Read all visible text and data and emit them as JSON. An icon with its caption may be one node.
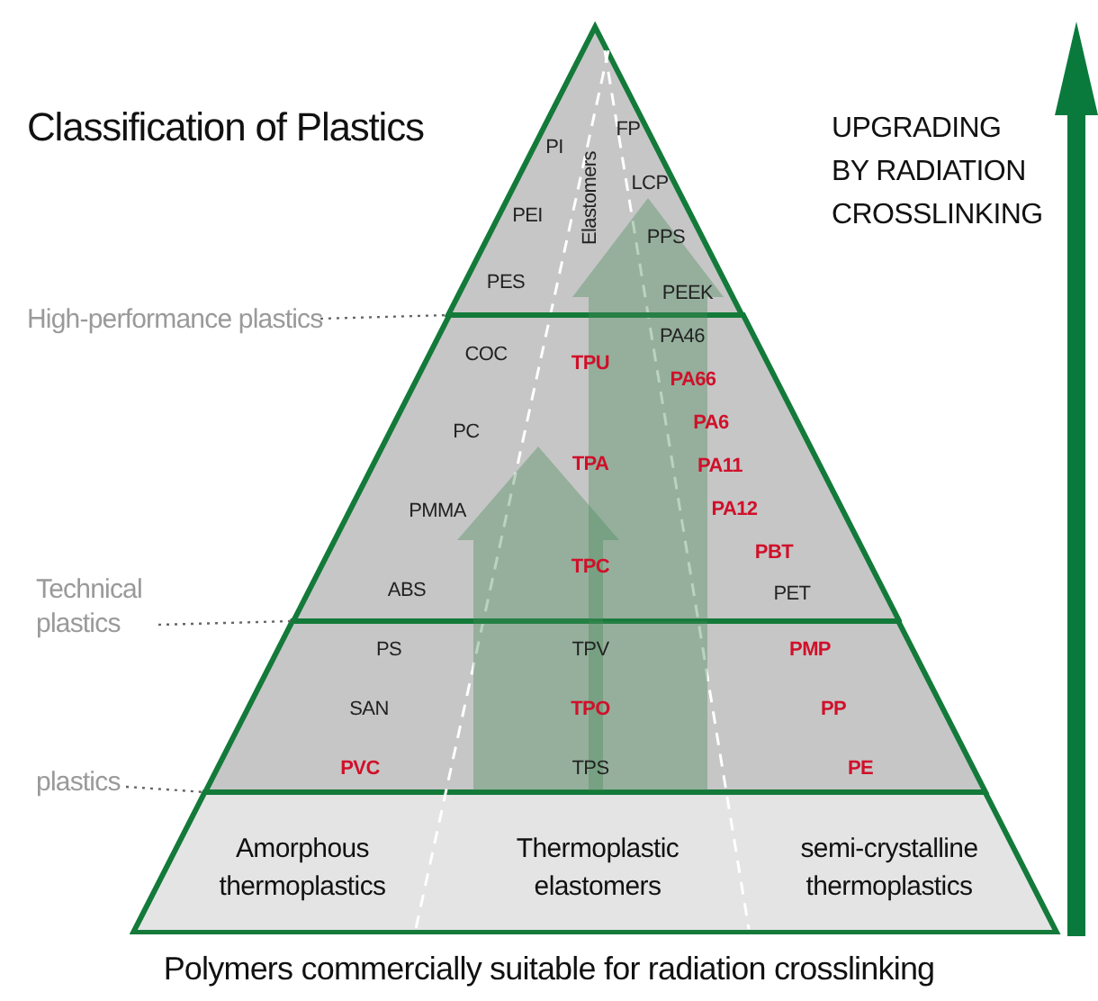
{
  "diagram": {
    "title": "Classification of Plastics",
    "caption": "Polymers commercially suitable for radiation crosslinking",
    "nodes": [
      {
        "text": [
          "FP",
          "PI",
          "Elastomers",
          "LCP",
          "PEI",
          "PPS",
          "PES",
          "PEEK"
        ]
      },
      {
        "text": [
          "PA46",
          "COC",
          "TPU",
          "PA66",
          "PA6",
          "PC",
          "TPA",
          "PA11",
          "PA12",
          "PMMA",
          "PBT",
          "TPC",
          "ABS",
          "PET"
        ]
      },
      {
        "text": [
          "PS",
          "TPV",
          "PMP",
          "SAN",
          "TPO",
          "PP",
          "PVC",
          "TPS",
          "PE"
        ]
      },
      {
        "text": [
          "Amorphous thermoplastics",
          "Thermoplastic elastomers",
          "semi-crystalline thermoplastics"
        ]
      },
      {
        "text": [
          "High-performance plastics"
        ]
      },
      {
        "text": [
          "Technical plastics"
        ]
      },
      {
        "text": [
          "plastics"
        ]
      }
    ],
    "edges": [
      {
        "from": 4,
        "to": 0,
        "arrow": "none",
        "style": "dashed"
      },
      {
        "from": 5,
        "to": 1,
        "arrow": "none",
        "style": "dashed"
      },
      {
        "from": 6,
        "to": 2,
        "arrow": "none",
        "style": "dashed"
      },
      {
        "from": 2,
        "to": 1,
        "arrow": "to",
        "style": "thick",
        "color": "#468c5a"
      },
      {
        "from": 1,
        "to": 0,
        "arrow": "to",
        "style": "thick",
        "color": "#468c5a"
      },
      {
        "from": 2,
        "to": 1,
        "arrow": "none",
        "style": "thick",
        "color": "#468c5a"
      }
    ],
    "labels": [
      "UPGRADING BY RADIATION CROSSLINKING"
    ]
  }
}
